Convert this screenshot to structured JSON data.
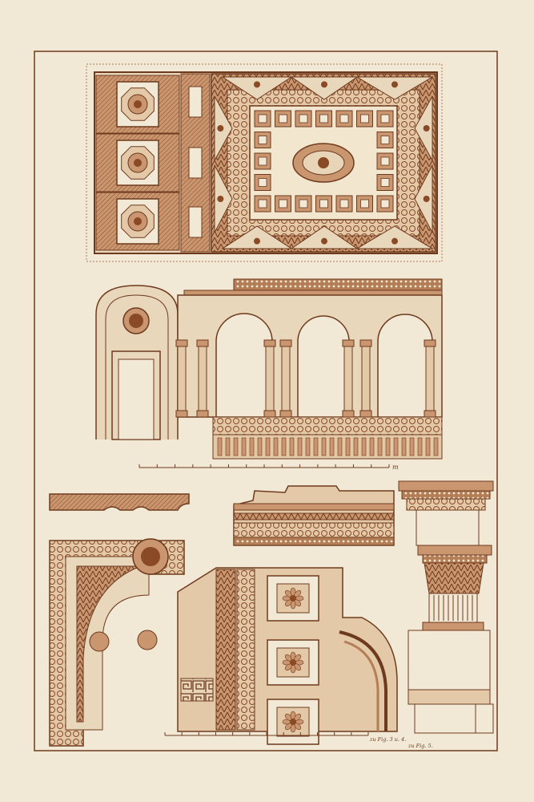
{
  "colors": {
    "paper": "#f1e8d5",
    "ink": "#6e3a1e",
    "ink_light": "#b47d55",
    "fill": "#c99670",
    "fill_dark": "#8a4a26"
  },
  "scales": {
    "elevation_unit": "m",
    "plan_unit": "m",
    "plan_label_a": "zu Fig. 3 u. 4.",
    "plan_label_b": "zu Fig. 5."
  }
}
